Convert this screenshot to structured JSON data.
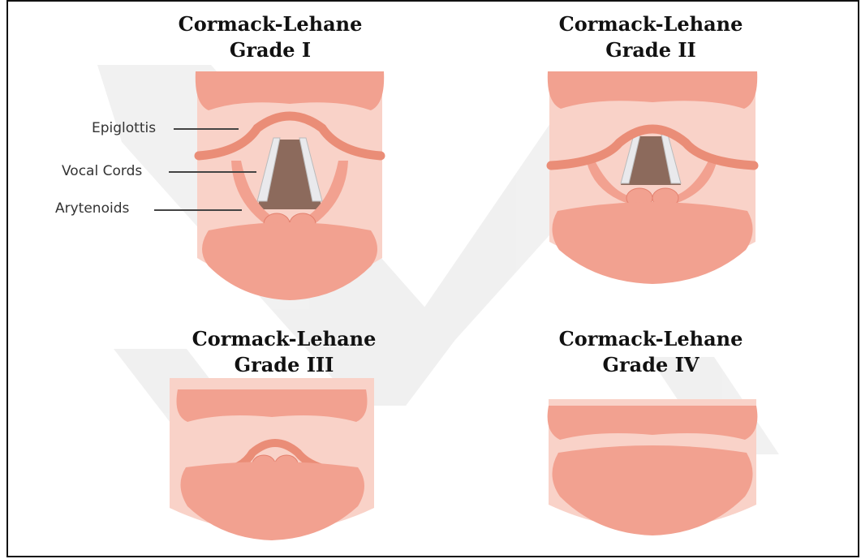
{
  "panels": [
    {
      "line1": "Cormack-Lehane",
      "line2": "Grade I"
    },
    {
      "line1": "Cormack-Lehane",
      "line2": "Grade II"
    },
    {
      "line1": "Cormack-Lehane",
      "line2": "Grade III"
    },
    {
      "line1": "Cormack-Lehane",
      "line2": "Grade IV"
    }
  ],
  "labels": {
    "epiglottis": "Epiglottis",
    "vocal_cords": "Vocal Cords",
    "arytenoids": "Arytenoids"
  },
  "colors": {
    "background_pink": "#f9d2c8",
    "tissue": "#f2a190",
    "tissue_dark": "#e3806e",
    "epiglottis": "#ea8d77",
    "cords": "#e9e9ec",
    "airway": "#8c6a5c",
    "watermark": "#eeeeee"
  }
}
